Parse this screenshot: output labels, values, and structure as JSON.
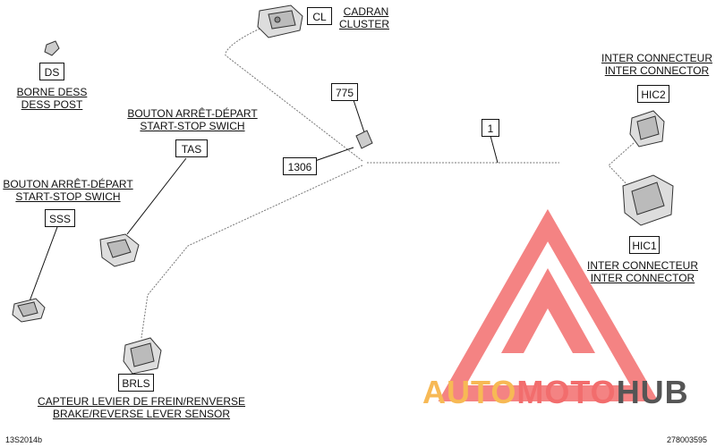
{
  "items": {
    "cl": {
      "code": "CL",
      "line1": "CADRAN",
      "line2": "CLUSTER"
    },
    "ds": {
      "code": "DS",
      "line1": "BORNE DESS",
      "line2": "DESS POST"
    },
    "tas": {
      "code": "TAS",
      "line1": "BOUTON ARRÊT-DÉPART",
      "line2": "START-STOP SWICH"
    },
    "sss": {
      "code": "SSS",
      "line1": "BOUTON ARRÊT-DÉPART",
      "line2": "START-STOP SWICH"
    },
    "hic2": {
      "code": "HIC2",
      "line1": "INTER CONNECTEUR",
      "line2": "INTER CONNECTOR"
    },
    "hic1": {
      "code": "HIC1",
      "line1": "INTER CONNECTEUR",
      "line2": "INTER CONNECTOR"
    },
    "brls": {
      "code": "BRLS",
      "line1": "CAPTEUR LEVIER DE FREIN/RENVERSE",
      "line2": "BRAKE/REVERSE LEVER SENSOR"
    }
  },
  "callouts": {
    "c775": "775",
    "c1306": "1306",
    "c1": "1"
  },
  "footer": {
    "left": "13S2014b",
    "right": "278003595"
  },
  "watermark": {
    "part1": "AUTO",
    "part2": "MOTO",
    "part3": "HUB",
    "color_main": "#f26d6d",
    "color_accent": "#f7b955",
    "color_dark": "#555555"
  }
}
